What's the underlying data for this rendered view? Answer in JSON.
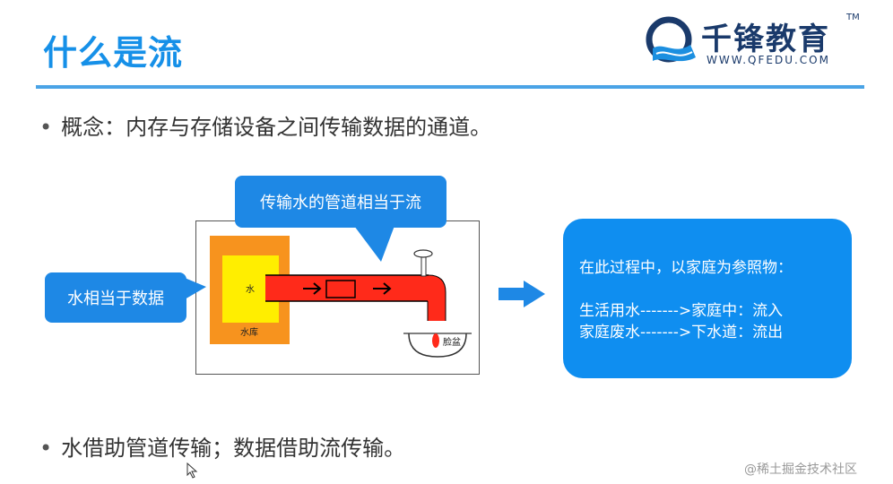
{
  "header": {
    "title": "什么是流",
    "logo_name": "千锋教育",
    "logo_tm": "TM",
    "logo_url": "WWW.QFEDU.COM"
  },
  "bullets": {
    "concept": "概念：内存与存储设备之间传输数据的通道。",
    "summary": "水借助管道传输；数据借助流传输。"
  },
  "diagram": {
    "pipe_callout": "传输水的管道相当于流",
    "water_callout": "水相当于数据",
    "water_label": "水",
    "reservoir_label": "水库",
    "basin_label": "脸盆"
  },
  "info_box": {
    "line1": "在此过程中，以家庭为参照物：",
    "line2": "生活用水------->家庭中：流入",
    "line3": "家庭废水------->下水道：流出"
  },
  "watermark": "@稀土掘金技术社区",
  "colors": {
    "title_blue": "#1690e8",
    "callout_blue": "#1e88e5",
    "reservoir_orange": "#f7931e",
    "water_yellow": "#ffee00",
    "pipe_red": "#ff2a1a"
  }
}
